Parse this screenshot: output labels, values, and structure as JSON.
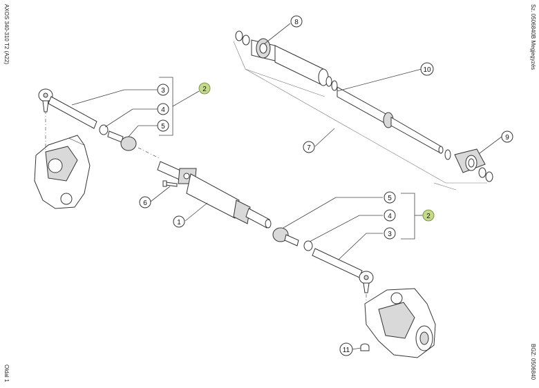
{
  "side_labels": {
    "left_top": "AXOS 340-310 T2 (A22)",
    "left_bottom": "Oldal 1",
    "right_top": "Sz. 0506840B   Megjegyzés",
    "right_bottom": "BGZ: 0506840"
  },
  "callouts": {
    "c1": "1",
    "c2a": "2",
    "c2b": "2",
    "c3a": "3",
    "c3b": "3",
    "c4a": "4",
    "c4b": "4",
    "c5a": "5",
    "c5b": "5",
    "c6": "6",
    "c7": "7",
    "c8": "8",
    "c9": "9",
    "c10": "10",
    "c11": "11"
  },
  "colors": {
    "highlight_callout": "#c5d98a",
    "line": "#333333"
  }
}
